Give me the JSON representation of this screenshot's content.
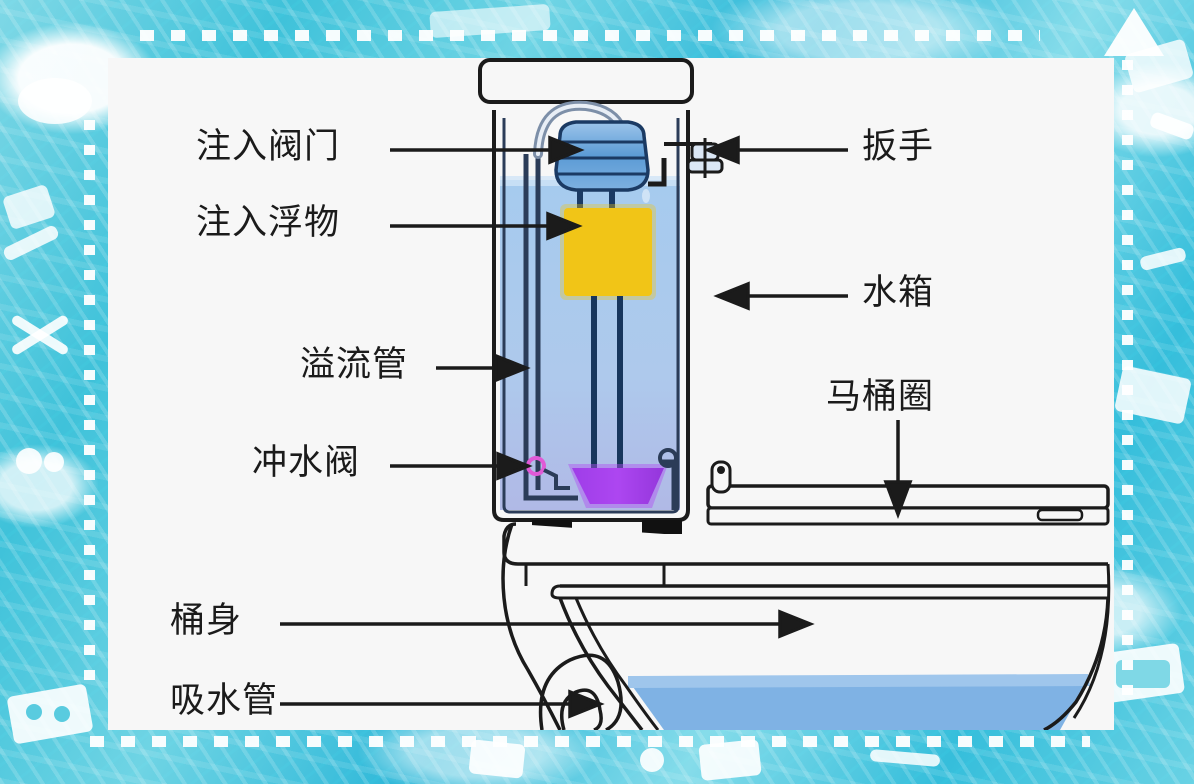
{
  "page": {
    "kind": "illustrated-diagram",
    "title_text": "",
    "panel": {
      "background_color": "#f7f7f7"
    },
    "border": {
      "style": "watercolor-collage",
      "primary_color": "#3fc2da",
      "accent_color": "#7fd8e6",
      "doodle_color": "#ffffff"
    }
  },
  "diagram": {
    "subject": "toilet-cutaway",
    "colors": {
      "outline": "#1b1b1b",
      "tank_water": "#a8cdee",
      "bowl_water": "#7fb2e4",
      "float_yellow": "#f2c518",
      "fill_valve_blue": "#5b9bd5",
      "flush_valve_purple": "#a633e0",
      "overflow_tube": "#17365d",
      "panel": "#f7f7f7"
    },
    "parts": [
      {
        "id": "fill-valve",
        "label": "注入阀门",
        "side": "left",
        "arrow": "right"
      },
      {
        "id": "fill-float",
        "label": "注入浮物",
        "side": "left",
        "arrow": "right"
      },
      {
        "id": "overflow-tube",
        "label": "溢流管",
        "side": "left",
        "arrow": "right"
      },
      {
        "id": "flush-valve",
        "label": "冲水阀",
        "side": "left",
        "arrow": "right"
      },
      {
        "id": "handle",
        "label": "扳手",
        "side": "right",
        "arrow": "left"
      },
      {
        "id": "tank",
        "label": "水箱",
        "side": "right",
        "arrow": "left"
      },
      {
        "id": "toilet-seat",
        "label": "马桶圈",
        "side": "right",
        "arrow": "down"
      },
      {
        "id": "bowl-body",
        "label": "桶身",
        "side": "left",
        "arrow": "right"
      },
      {
        "id": "trapway",
        "label": "吸水管",
        "side": "left",
        "arrow": "right"
      }
    ]
  },
  "labels": {
    "fill_valve": "注入阀门",
    "fill_float": "注入浮物",
    "overflow_tube": "溢流管",
    "flush_valve": "冲水阀",
    "handle": "扳手",
    "tank": "水箱",
    "toilet_seat": "马桶圈",
    "bowl_body": "桶身",
    "trapway": "吸水管"
  }
}
